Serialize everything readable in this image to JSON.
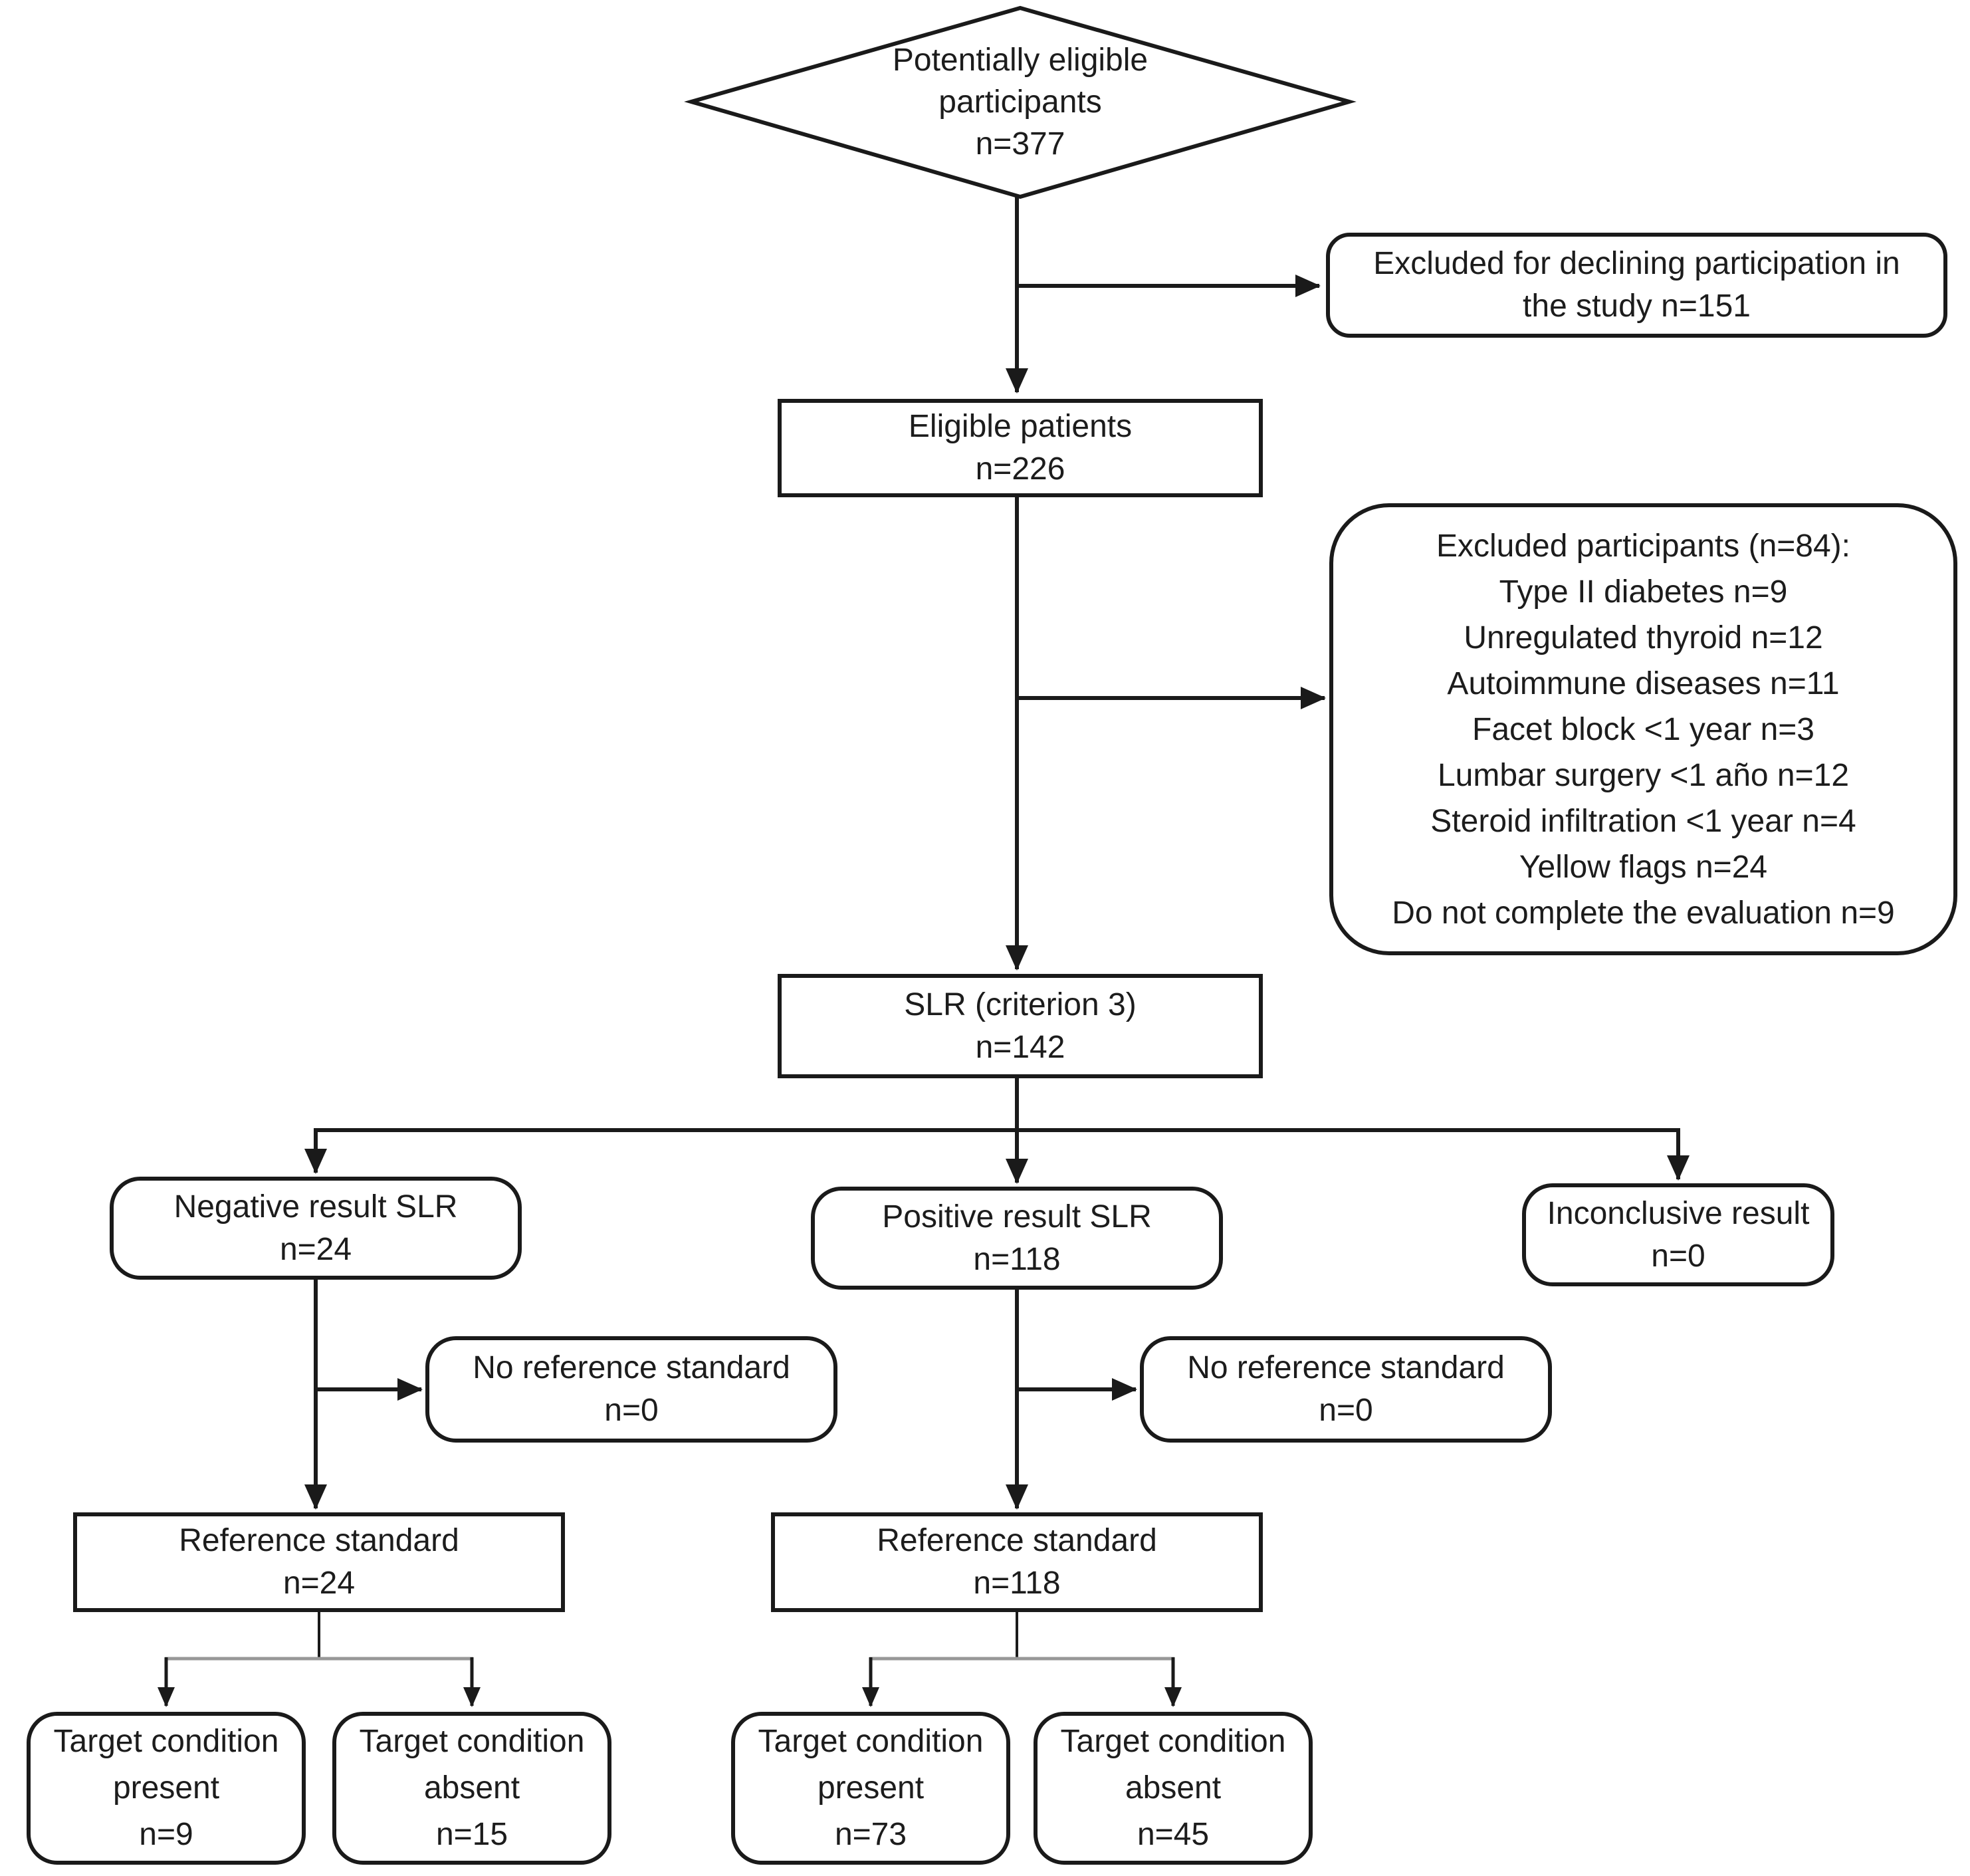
{
  "colors": {
    "background": "#ffffff",
    "line": "#1a1a1a",
    "box_border": "#1a1a1a",
    "text": "#1c1c1c",
    "splitter_gray": "#989898"
  },
  "nodes": {
    "potentially_eligible": {
      "lines": [
        "Potentially eligible",
        "participants",
        "n=377"
      ]
    },
    "excluded_declining": {
      "lines": [
        "Excluded for declining participation in",
        "the study n=151"
      ]
    },
    "eligible_patients": {
      "lines": [
        "Eligible patients",
        "n=226"
      ]
    },
    "excluded_participants": {
      "lines": [
        "Excluded participants (n=84):",
        "Type II diabetes n=9",
        "Unregulated thyroid n=12",
        "Autoimmune diseases n=11",
        "Facet block <1 year n=3",
        "Lumbar surgery <1 año n=12",
        "Steroid infiltration <1 year n=4",
        "Yellow flags n=24",
        "Do not complete the evaluation n=9"
      ]
    },
    "slr": {
      "lines": [
        "SLR (criterion 3)",
        "n=142"
      ]
    },
    "negative_slr": {
      "lines": [
        "Negative result SLR",
        "n=24"
      ]
    },
    "positive_slr": {
      "lines": [
        "Positive result SLR",
        "n=118"
      ]
    },
    "inconclusive": {
      "lines": [
        "Inconclusive result",
        "n=0"
      ]
    },
    "no_ref_left": {
      "lines": [
        "No reference standard",
        "n=0"
      ]
    },
    "no_ref_right": {
      "lines": [
        "No reference standard",
        "n=0"
      ]
    },
    "ref_std_left": {
      "lines": [
        "Reference standard",
        "n=24"
      ]
    },
    "ref_std_right": {
      "lines": [
        "Reference standard",
        "n=118"
      ]
    },
    "target_present_left": {
      "lines": [
        "Target condition",
        "present",
        "n=9"
      ]
    },
    "target_absent_left": {
      "lines": [
        "Target condition",
        "absent",
        "n=15"
      ]
    },
    "target_present_right": {
      "lines": [
        "Target condition",
        "present",
        "n=73"
      ]
    },
    "target_absent_right": {
      "lines": [
        "Target condition",
        "absent",
        "n=45"
      ]
    }
  }
}
